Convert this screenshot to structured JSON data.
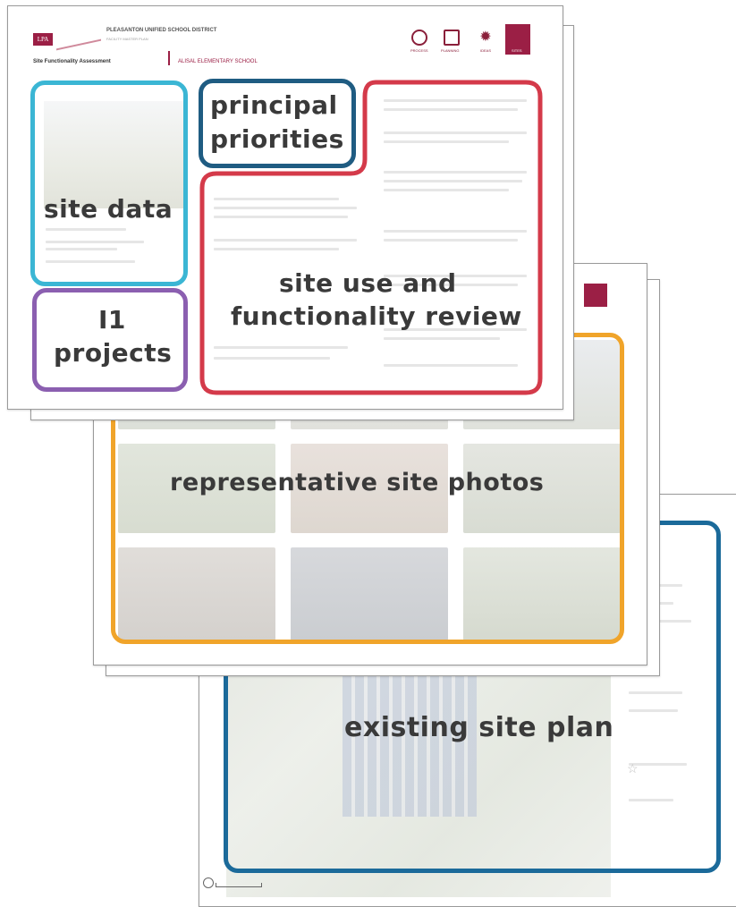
{
  "colors": {
    "site_data": "#3bb6d4",
    "principal_priorities": "#1f5c82",
    "site_use": "#d43a4a",
    "projects": "#8b5fb0",
    "site_photos": "#f0a42a",
    "site_plan": "#1b6a9a",
    "brand": "#9b1f45"
  },
  "header": {
    "logo": "LPA",
    "district": "PLEASANTON UNIFIED SCHOOL DISTRICT",
    "subtitle": "FACILITY MASTER PLAN",
    "doc_title": "Site Functionality Assessment",
    "school": "ALISAL ELEMENTARY SCHOOL",
    "nav": [
      "PROCESS",
      "PLANNING",
      "IDEAS",
      "SITES"
    ]
  },
  "labels": {
    "site_data": "site data",
    "principal_priorities_1": "principal",
    "principal_priorities_2": "priorities",
    "site_use_1": "site use and",
    "site_use_2": "functionality review",
    "projects_1": "I1",
    "projects_2": "projects",
    "site_photos": "representative site photos",
    "site_plan": "existing site plan"
  },
  "icons": [
    "process-icon",
    "planning-icon",
    "ideas-icon",
    "sites-icon",
    "north-arrow-icon",
    "scale-bar-icon",
    "star-icon"
  ]
}
